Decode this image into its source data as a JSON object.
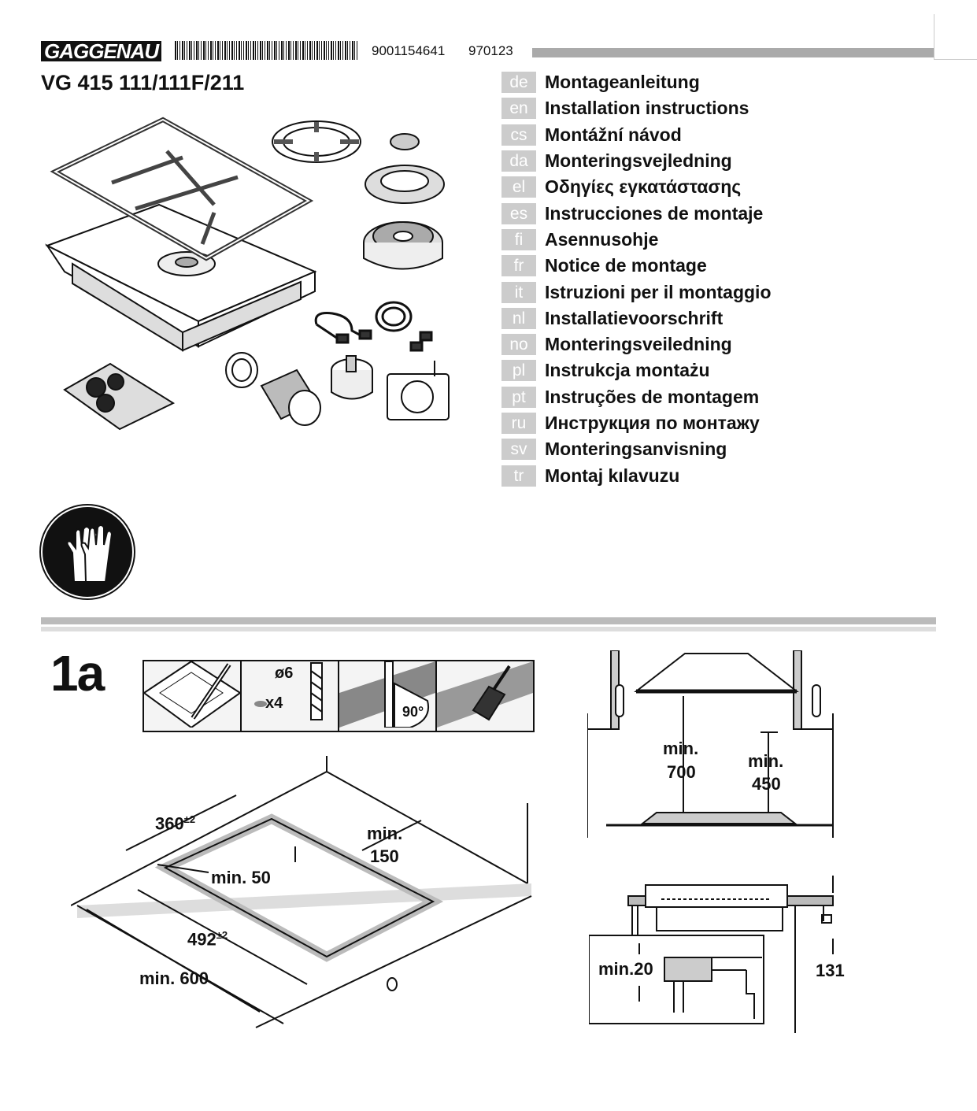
{
  "header": {
    "brand": "GAGGENAU",
    "code1": "9001154641",
    "code2": "970123",
    "model": "VG 415 111/111F/211"
  },
  "languages": [
    {
      "code": "de",
      "label": "Montageanleitung"
    },
    {
      "code": "en",
      "label": "Installation instructions"
    },
    {
      "code": "cs",
      "label": "Montážní návod"
    },
    {
      "code": "da",
      "label": "Monteringsvejledning"
    },
    {
      "code": "el",
      "label": "Οδηγίες εγκατάστασης"
    },
    {
      "code": "es",
      "label": "Instrucciones de montaje"
    },
    {
      "code": "fi",
      "label": "Asennusohje"
    },
    {
      "code": "fr",
      "label": "Notice de montage"
    },
    {
      "code": "it",
      "label": "Istruzioni per il montaggio"
    },
    {
      "code": "nl",
      "label": "Installatievoorschrift"
    },
    {
      "code": "no",
      "label": "Monteringsveiledning"
    },
    {
      "code": "pl",
      "label": "Instrukcja montażu"
    },
    {
      "code": "pt",
      "label": "Instruções de montagem"
    },
    {
      "code": "ru",
      "label": "Инструкция по монтажу"
    },
    {
      "code": "sv",
      "label": "Monteringsanvisning"
    },
    {
      "code": "tr",
      "label": "Montaj kılavuzu"
    }
  ],
  "step": {
    "number": "1a",
    "drill_diameter": "ø6",
    "drill_count": "x4",
    "angle": "90°"
  },
  "cutout": {
    "depth": "360",
    "depth_tol": "±2",
    "width": "492",
    "width_tol": "±2",
    "min_front": "min. 50",
    "min_back_a": "min.",
    "min_back_b": "150",
    "min_worktop": "min. 600"
  },
  "hood": {
    "a_label": "min.",
    "a_value": "700",
    "b_label": "min.",
    "b_value": "450"
  },
  "section": {
    "min_gap": "min.20",
    "height": "131"
  }
}
